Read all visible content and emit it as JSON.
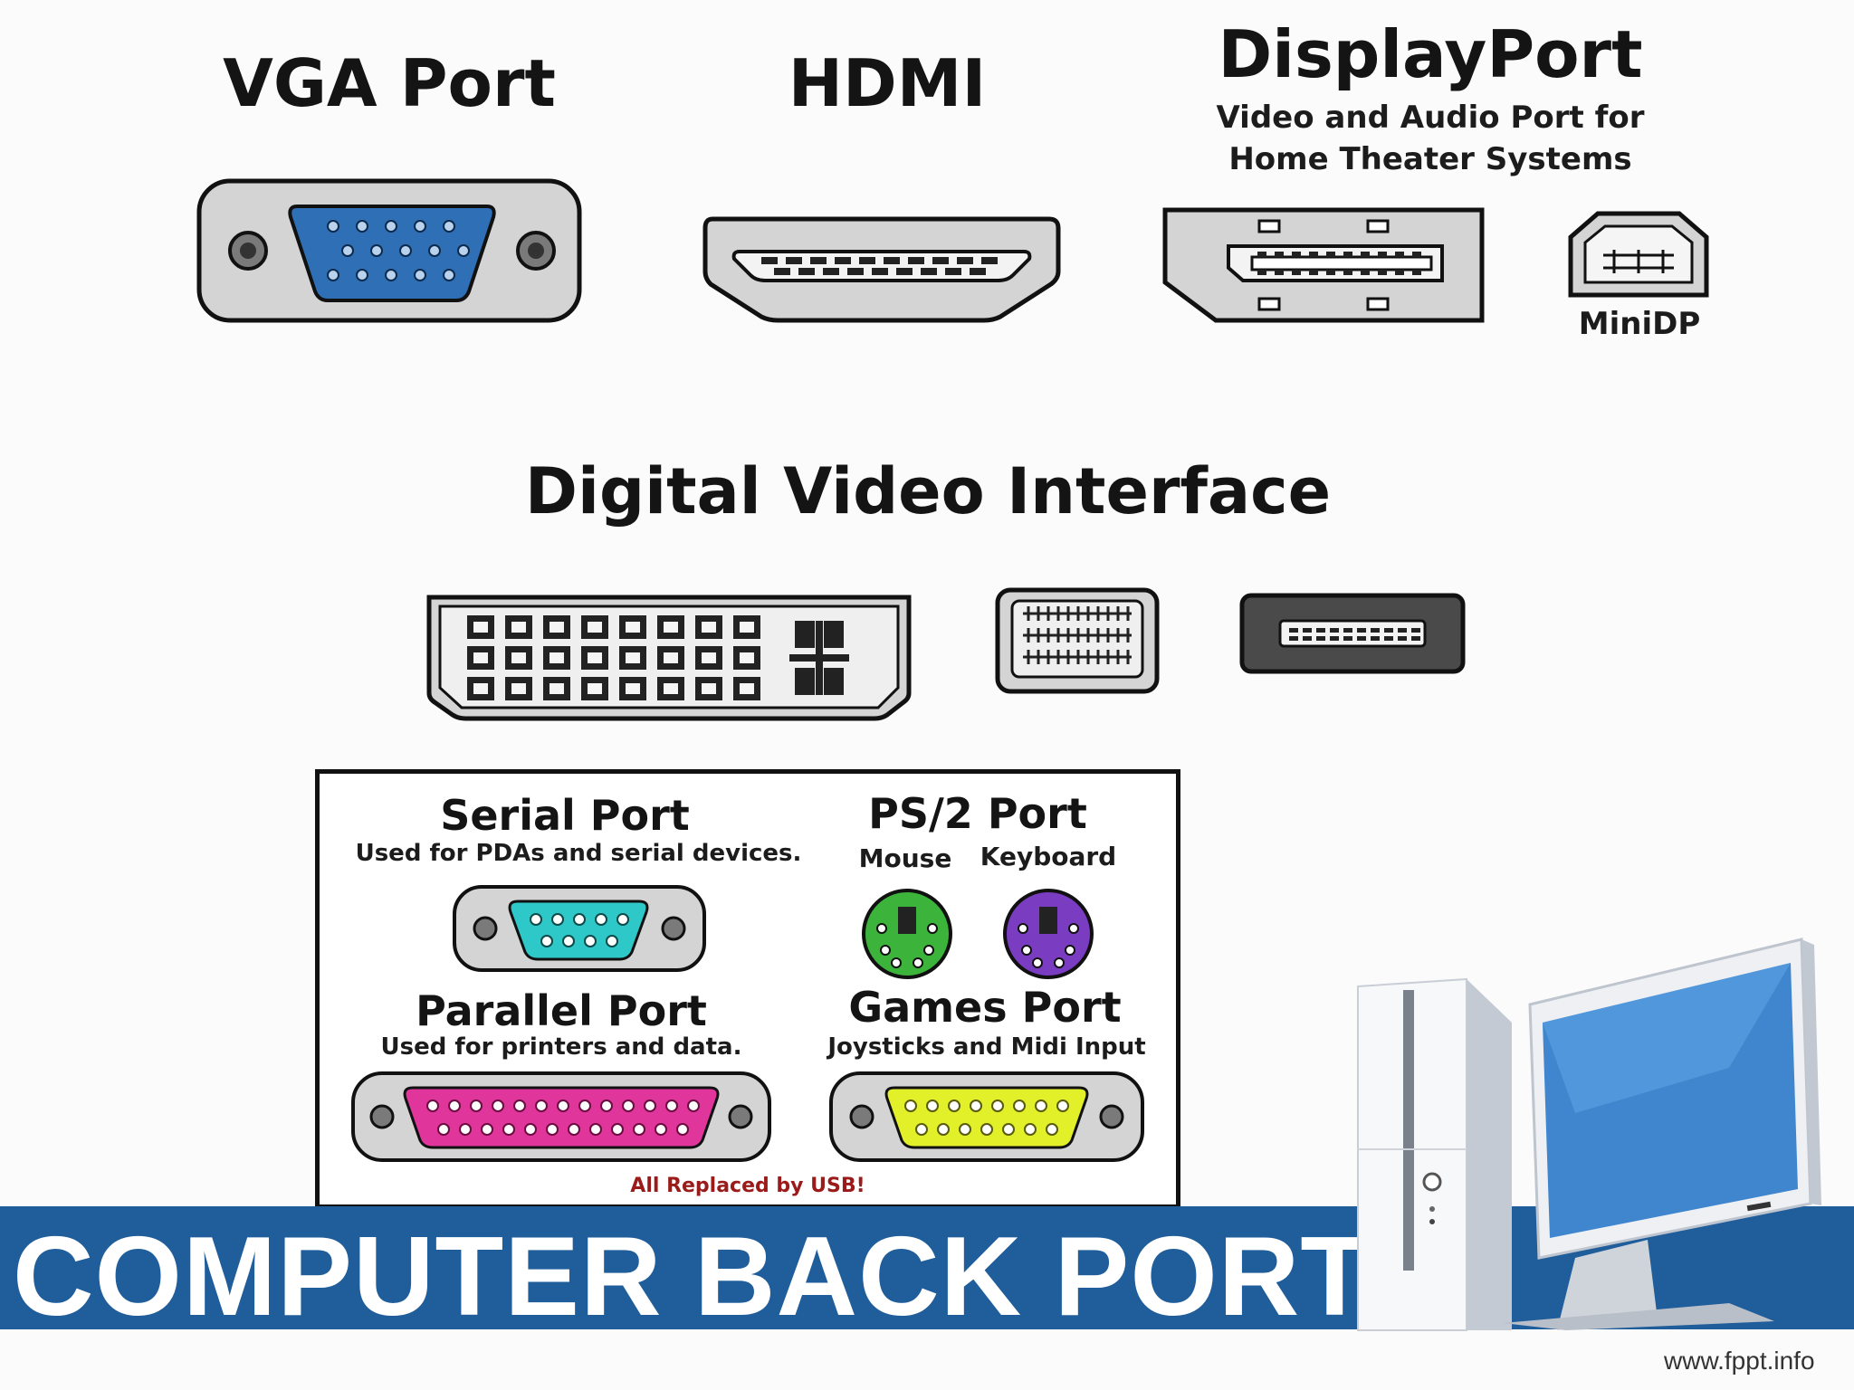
{
  "top_row": {
    "vga": {
      "title": "VGA Port"
    },
    "hdmi": {
      "title": "HDMI"
    },
    "displayport": {
      "title": "DisplayPort",
      "subtitle_line1": "Video and Audio Port for",
      "subtitle_line2": "Home Theater Systems"
    },
    "minidp": {
      "label": "MiniDP"
    }
  },
  "dvi": {
    "title": "Digital Video Interface"
  },
  "legacy_panel": {
    "serial": {
      "title": "Serial Port",
      "subtitle": "Used for PDAs and serial devices.",
      "connector_color": "#2ec8c8"
    },
    "ps2": {
      "title": "PS/2 Port",
      "mouse_label": "Mouse",
      "keyboard_label": "Keyboard",
      "mouse_color": "#3cb43c",
      "keyboard_color": "#7a3cc0"
    },
    "parallel": {
      "title": "Parallel Port",
      "subtitle": "Used for printers and data.",
      "connector_color": "#e0359a"
    },
    "games": {
      "title": "Games Port",
      "subtitle": "Joysticks and Midi Input",
      "connector_color": "#e2f02a"
    },
    "footer_note": "All Replaced by USB!"
  },
  "banner": {
    "title": "COMPUTER BACK PORT",
    "color": "#1f5d9b"
  },
  "credit": "www.fppt.info",
  "colors": {
    "vga_connector": "#2f6fb6",
    "port_body": "#d4d4d4",
    "outline": "#111111"
  }
}
